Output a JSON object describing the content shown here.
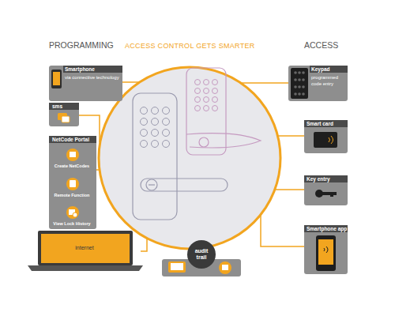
{
  "diagram": {
    "title": "ACCESS CONTROL GETS SMARTER",
    "nodes": [
      {
        "text": [
          "Smartphone",
          "via connective technology"
        ]
      },
      {
        "text": [
          "sms"
        ]
      },
      {
        "text": [
          "NetCode Portal"
        ]
      },
      {
        "text": [
          "Create NetCodes"
        ],
        "in": 2
      },
      {
        "text": [
          "Remote Function"
        ],
        "in": 2
      },
      {
        "text": [
          "View Lock History"
        ],
        "in": 2
      },
      {
        "text": [
          "internet"
        ]
      },
      {
        "text": [
          "Keypad",
          "programmed code entry"
        ]
      },
      {
        "text": [
          "Smart card"
        ]
      },
      {
        "text": [
          "Key entry"
        ]
      },
      {
        "text": [
          "Smartphone app"
        ]
      },
      {
        "text": [
          "audit trail"
        ]
      }
    ],
    "labels": [
      "PROGRAMMING",
      "ACCESS"
    ]
  }
}
